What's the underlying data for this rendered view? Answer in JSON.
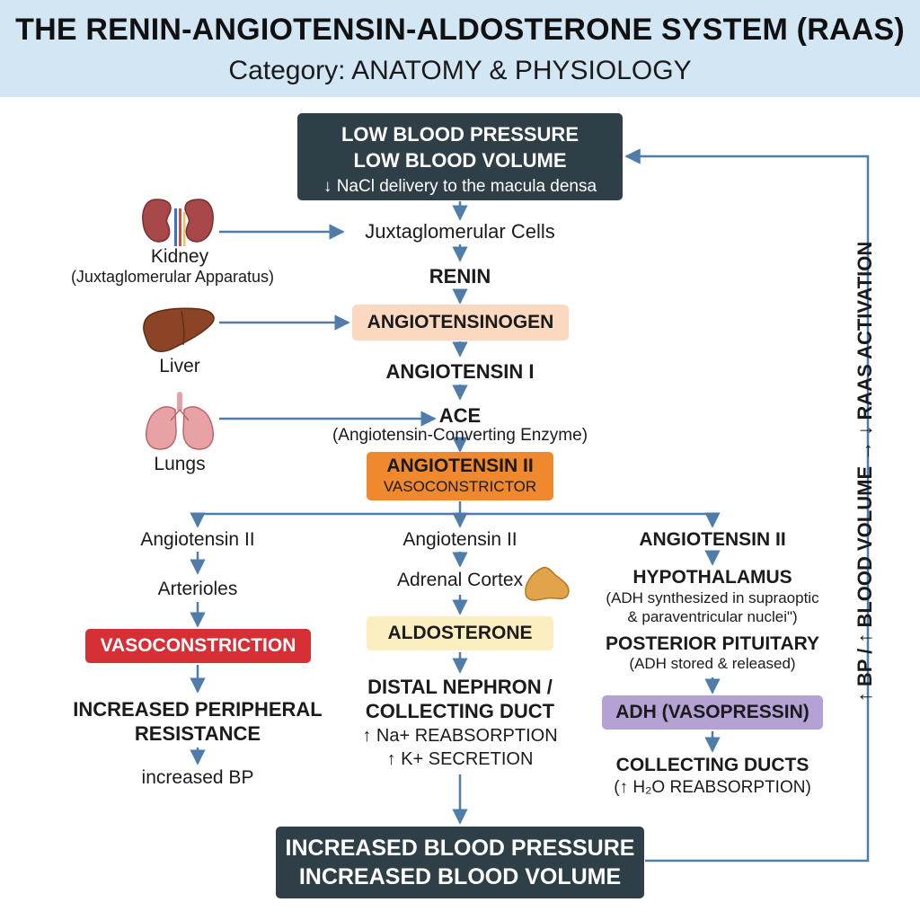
{
  "header": {
    "title": "THE RENIN-ANGIOTENSIN-ALDOSTERONE SYSTEM (RAAS)",
    "subtitle": "Category: ANATOMY & PHYSIOLOGY"
  },
  "trigger": {
    "line1": "LOW BLOOD PRESSURE",
    "line2": "LOW BLOOD VOLUME",
    "line3": "↓ NaCl delivery to the macula densa"
  },
  "organs": {
    "kidney": {
      "label": "Kidney",
      "sublabel": "(Juxtaglomerular Apparatus)",
      "icon": "kidney-icon"
    },
    "liver": {
      "label": "Liver",
      "icon": "liver-icon"
    },
    "lungs": {
      "label": "Lungs",
      "icon": "lungs-icon"
    },
    "adrenal": {
      "icon": "adrenal-gland-icon"
    }
  },
  "cascade": {
    "jg_cells": "Juxtaglomerular Cells",
    "renin": "RENIN",
    "angiotensinogen": "ANGIOTENSINOGEN",
    "angiotensin_1": "ANGIOTENSIN I",
    "ace": "ACE",
    "ace_full": "(Angiotensin-Converting Enzyme)",
    "angiotensin_2": "ANGIOTENSIN II",
    "angiotensin_2_role": "VASOCONSTRICTOR"
  },
  "branches": {
    "left": {
      "head": "Angiotensin II",
      "target": "Arterioles",
      "effect": "VASOCONSTRICTION",
      "result_line1": "INCREASED PERIPHERAL",
      "result_line2": "RESISTANCE",
      "outcome": "increased BP"
    },
    "middle": {
      "head": "Angiotensin II",
      "target": "Adrenal Cortex",
      "hormone": "ALDOSTERONE",
      "site_line1": "DISTAL NEPHRON /",
      "site_line2": "COLLECTING DUCT",
      "effect_1": "↑ Na+ REABSORPTION",
      "effect_2": "↑ K+ SECRETION"
    },
    "right": {
      "head": "ANGIOTENSIN II",
      "hypothalamus": "HYPOTHALAMUS",
      "hypothalamus_note_1": "(ADH synthesized in supraoptic",
      "hypothalamus_note_2": "& paraventricular nuclei\")",
      "pituitary": "POSTERIOR PITUITARY",
      "pituitary_note": "(ADH stored & released)",
      "hormone": "ADH (VASOPRESSIN)",
      "target": "COLLECTING DUCTS",
      "effect": "(↑ H₂O REABSORPTION)"
    }
  },
  "outcome": {
    "line1": "INCREASED BLOOD PRESSURE",
    "line2": "INCREASED BLOOD VOLUME"
  },
  "feedback": {
    "label": "↑ BP / ↑ BLOOD VOLUME → ↓ RAAS ACTIVATION"
  },
  "colors": {
    "header_bg": "#d3e6f4",
    "dark_box": "#2f3f48",
    "arrow": "#4f7ca8",
    "angiotensinogen": "#fbd9c0",
    "angiotensin_2": "#f0892d",
    "vasoconstriction": "#d62f35",
    "aldosterone": "#fbefc2",
    "adh": "#b5a2d5"
  }
}
